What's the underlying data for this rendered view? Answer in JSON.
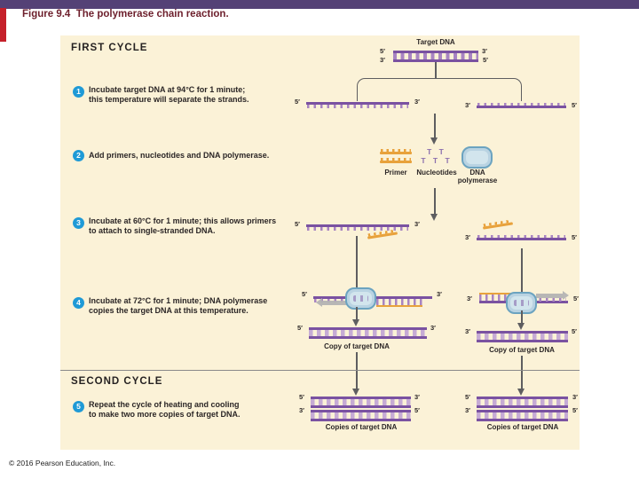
{
  "header": {
    "title": "Figure 9.4  The polymerase chain reaction."
  },
  "footer": {
    "copyright": "© 2016 Pearson Education, Inc."
  },
  "colors": {
    "top_bar": "#544176",
    "accent_red": "#c5202a",
    "title_text": "#6d1f2c",
    "panel_bg": "#fbf2d7",
    "dna_purple": "#7a52a1",
    "dna_rung": "#a884c2",
    "dna_rung_light": "#c6abd5",
    "primer_orange": "#e8a23c",
    "polymerase_fill": "#b9d3e2",
    "polymerase_border": "#6ba3c0",
    "polymerase_inner": "#d6e7ef",
    "step_badge": "#1f9ad6",
    "arrow_dark": "#5e5e60",
    "arrow_gray": "#b3b3b3",
    "text_dark": "#2b2626",
    "divider": "#8a8a8a",
    "nucleotide_text": "#8b6fad"
  },
  "diagram": {
    "first_cycle_heading": "FIRST CYCLE",
    "second_cycle_heading": "SECOND CYCLE",
    "target_label": "Target DNA",
    "ends": {
      "five": "5′",
      "three": "3′"
    },
    "steps": [
      {
        "num": "1",
        "line1": "Incubate target DNA at 94°C for 1 minute;",
        "line2": "this temperature will separate the strands."
      },
      {
        "num": "2",
        "line1": "Add primers, nucleotides and DNA polymerase.",
        "line2": ""
      },
      {
        "num": "3",
        "line1": "Incubate at 60°C for 1 minute; this allows primers",
        "line2": "to attach to single-stranded DNA."
      },
      {
        "num": "4",
        "line1": "Incubate at 72°C for 1 minute; DNA polymerase",
        "line2": "copies the target DNA at this temperature."
      },
      {
        "num": "5",
        "line1": "Repeat the cycle of heating and cooling",
        "line2": "to make two more copies of target DNA."
      }
    ],
    "reagents": {
      "primer_label": "Primer",
      "nucleotides_label": "Nucleotides",
      "nucleotide_letters_row1": "T T",
      "nucleotide_letters_row2": "T T T",
      "polymerase_label_line1": "DNA",
      "polymerase_label_line2": "polymerase"
    },
    "captions": {
      "copy_of_target_dna": "Copy of target DNA",
      "copies_of_target_dna": "Copies of target DNA"
    }
  }
}
